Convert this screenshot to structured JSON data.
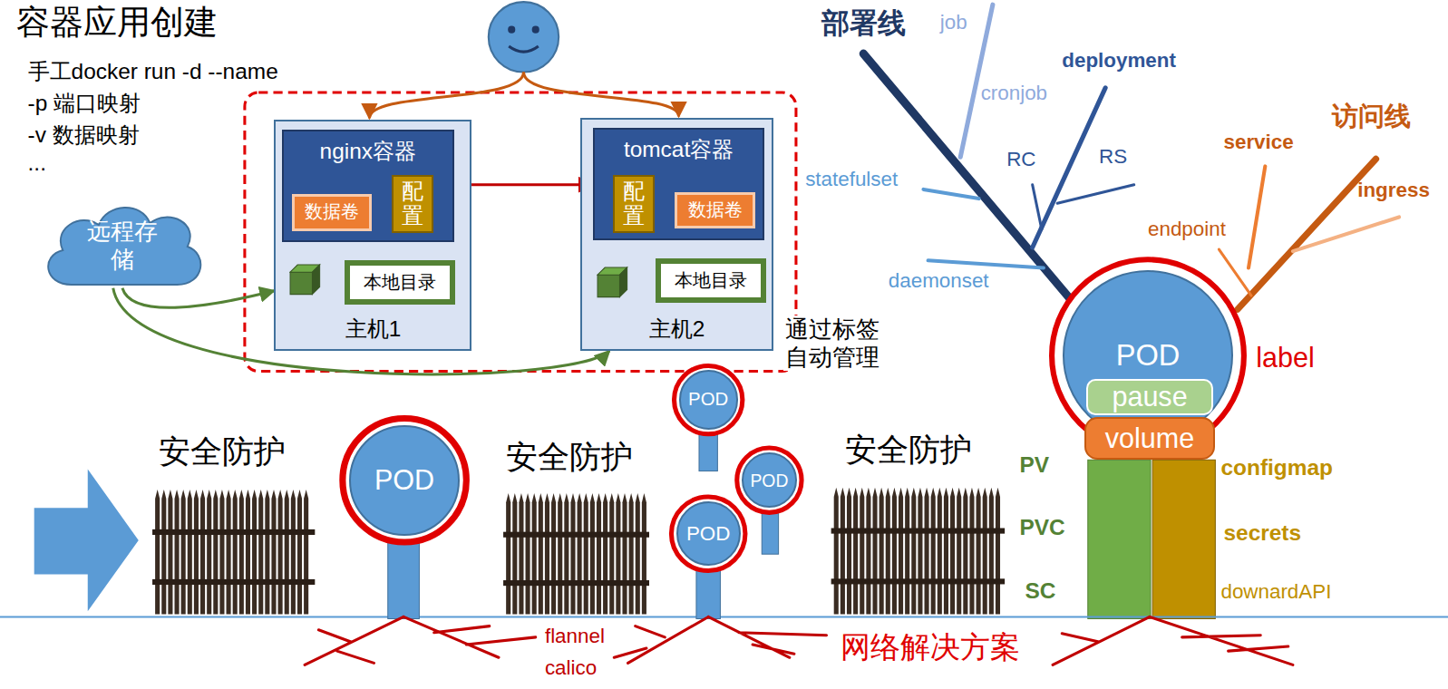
{
  "diagram": {
    "title": "容器应用创建",
    "nodes": [
      {
        "text": [
          "主机1"
        ]
      },
      {
        "text": [
          "nginx容器"
        ],
        "in": 0
      },
      {
        "text": [
          "数据卷"
        ],
        "in": 1
      },
      {
        "text": [
          "配置"
        ],
        "in": 1
      },
      {
        "text": [
          "本地目录"
        ],
        "in": 0
      },
      {
        "text": [
          "主机2"
        ]
      },
      {
        "text": [
          "tomcat容器"
        ],
        "in": 5
      },
      {
        "text": [
          "配置"
        ],
        "in": 6
      },
      {
        "text": [
          "数据卷"
        ],
        "in": 6
      },
      {
        "text": [
          "本地目录"
        ],
        "in": 5
      },
      {
        "text": [
          "远程存储"
        ]
      },
      {
        "text": [
          "POD"
        ]
      },
      {
        "text": [
          "pause"
        ]
      },
      {
        "text": [
          "volume"
        ]
      },
      {
        "text": [
          "POD"
        ]
      },
      {
        "text": [
          "POD"
        ]
      },
      {
        "text": [
          "POD"
        ]
      },
      {
        "text": [
          "POD"
        ]
      }
    ],
    "edges": [
      {
        "from": 1,
        "to": 6,
        "arrow": "both"
      },
      {
        "from": 10,
        "to": 0,
        "arrow": "to"
      },
      {
        "from": 10,
        "to": 5,
        "arrow": "to"
      }
    ],
    "labels": [
      "手工docker run -d --name",
      "-p 端口映射",
      "-v 数据映射",
      "...",
      "通过标签 自动管理",
      "部署线",
      "job",
      "cronjob",
      "deployment",
      "RC",
      "RS",
      "statefulset",
      "daemonset",
      "访问线",
      "service",
      "endpoint",
      "ingress",
      "label",
      "PV",
      "PVC",
      "SC",
      "configmap",
      "secrets",
      "downardAPI",
      "安全防护",
      "安全防护",
      "安全防护",
      "flannel",
      "calico",
      "网络解决方案"
    ]
  }
}
